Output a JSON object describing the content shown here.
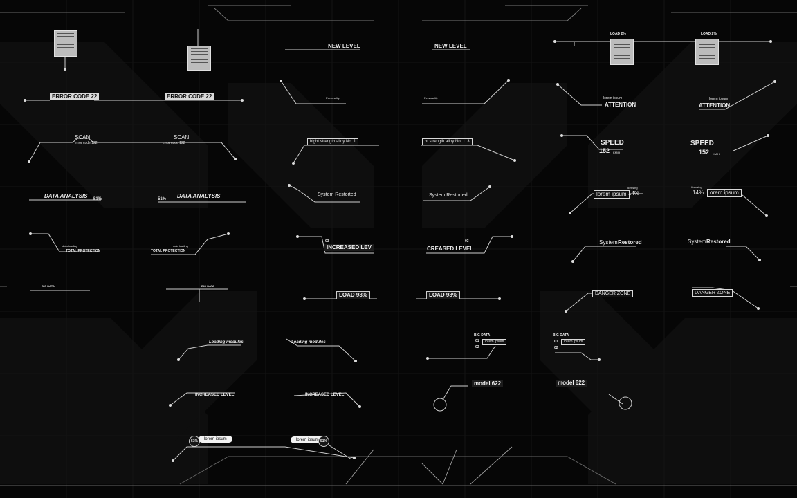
{
  "widgets": {
    "error_code": "ERROR CODE 22",
    "scan": "SCAN",
    "error_code_sub": "error code 122",
    "data_analysis": "DATA ANALYSIS",
    "percent_51": "51%",
    "data_loading": "data loading",
    "total_protection": "TOTAL PROTECTION",
    "big_data": "BIG DATA",
    "loading_modules": "Loading modules",
    "increased_level": "INCREASED LEVEL",
    "lorem_ipsum": "lorem ipsum",
    "new_level": "NEW LEVEL",
    "personality": "Personality",
    "alloy_left": "hight strength alloy No. 1",
    "alloy_right": "ht strength alloy No. 113",
    "system_restorted": "System Restorted",
    "increased_lev": "INCREASED LEV",
    "creased_level": "CREASED LEVEL",
    "num_03": "03",
    "load_98": "LOAD 98%",
    "list_01": "01",
    "list_02": "02",
    "model_622": "model 622",
    "load_2": "LOAD 2%",
    "attention": "ATTENTION",
    "speed": "SPEED",
    "speed_value": "152",
    "speed_unit": "KM/H",
    "lorem_ipsum_r1": "lorem ipsum",
    "orem_ipsum": "orem ipsum",
    "licensing": "licensing",
    "percent_14": "14%",
    "system_word": "System",
    "restored_word": "Restored",
    "danger_zone": "DANGER ZONE"
  }
}
